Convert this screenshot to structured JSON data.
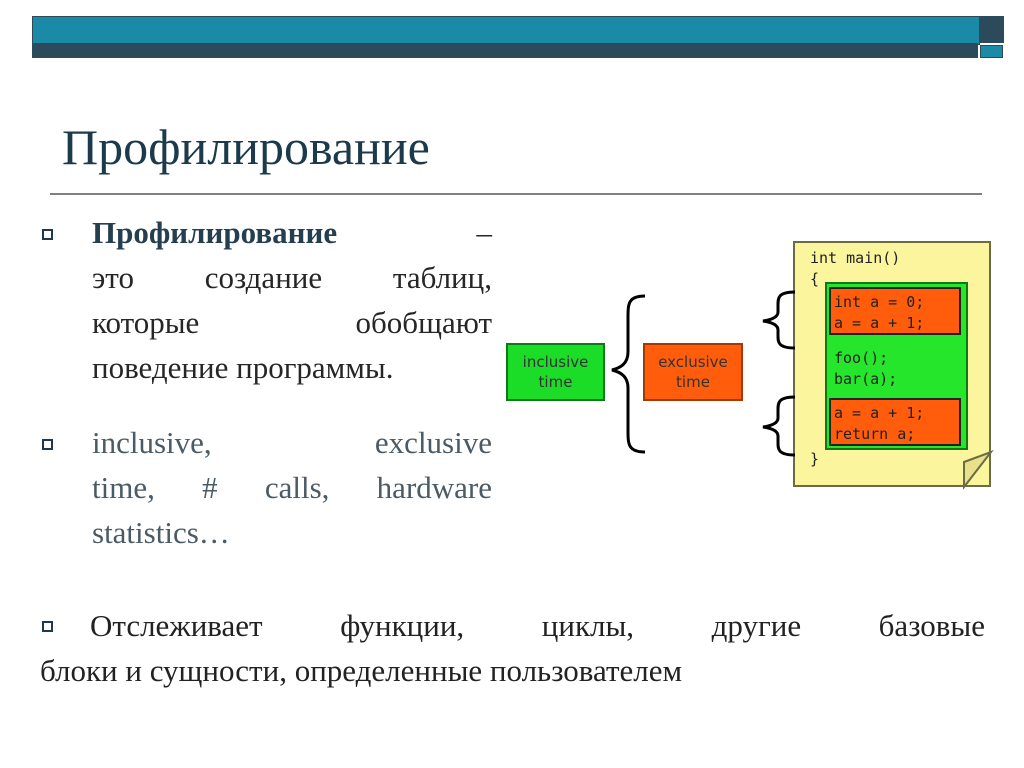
{
  "title": "Профилирование",
  "bullets": [
    {
      "bold": "Профилирование",
      "dash": "–",
      "rest_line1": "это создание таблиц,",
      "rest_line2": "которые обобщают",
      "rest_line3": "поведение программы."
    },
    {
      "line1": "inclusive, exclusive",
      "line2": "time, # calls, hardware",
      "line3": "statistics…"
    },
    {
      "line1": "Отслеживает функции, циклы, другие базовые",
      "line2": "блоки и сущности, определенные пользователем"
    }
  ],
  "diagram": {
    "inclusive_label_1": "inclusive",
    "inclusive_label_2": "time",
    "exclusive_label_1": "exclusive",
    "exclusive_label_2": "time",
    "code": {
      "line1": "int main()",
      "line2": "{",
      "block1_line1": "int a = 0;",
      "block1_line2": "a = a + 1;",
      "mid_line1": "foo();",
      "mid_line2": "bar(a);",
      "block2_line1": "a = a + 1;",
      "block2_line2": "return a;",
      "closing": "}"
    }
  },
  "colors": {
    "header_teal": "#1a8aa6",
    "header_dark": "#2b4b5d",
    "inclusive_green": "#1bdc27",
    "exclusive_orange": "#ff5d0b",
    "page_yellow": "#fbf59e"
  }
}
